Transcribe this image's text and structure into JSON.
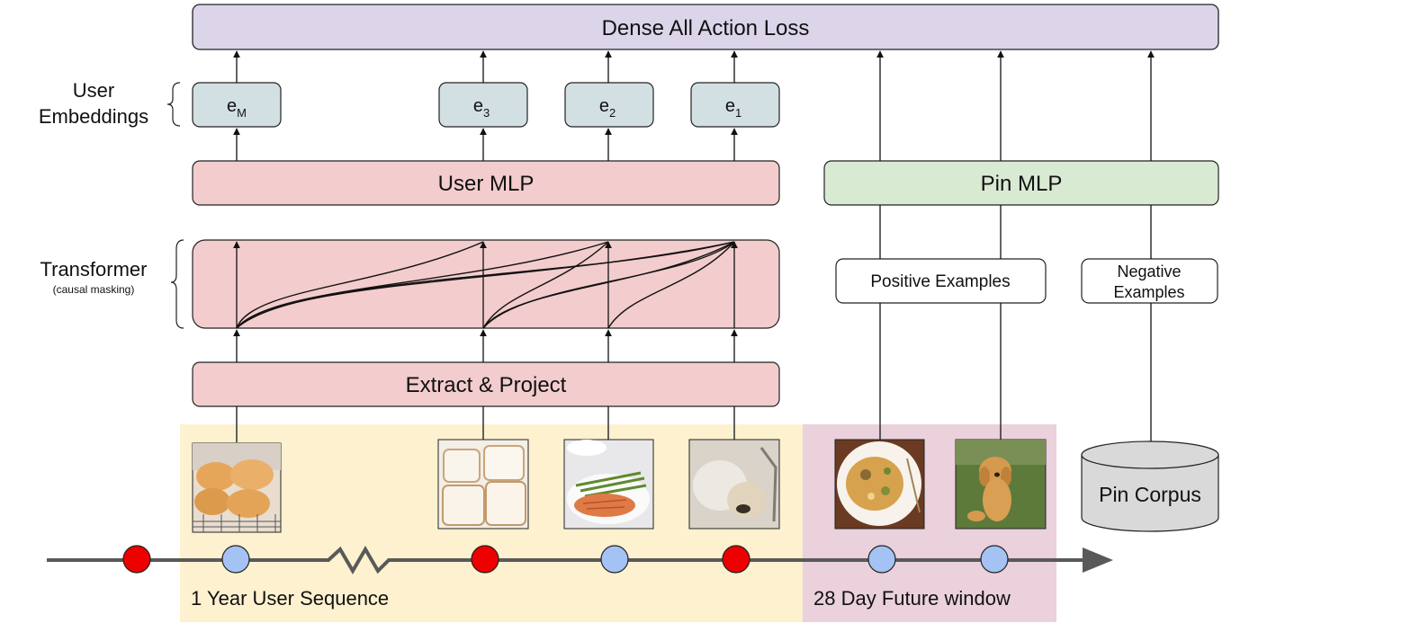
{
  "top": {
    "label": "Dense All Action Loss"
  },
  "user_embeddings": {
    "label_line1": "User",
    "label_line2": "Embeddings",
    "boxes": [
      {
        "base": "e",
        "sub": "M"
      },
      {
        "base": "e",
        "sub": "3"
      },
      {
        "base": "e",
        "sub": "2"
      },
      {
        "base": "e",
        "sub": "1"
      }
    ]
  },
  "user_mlp": {
    "label": "User MLP"
  },
  "pin_mlp": {
    "label": "Pin MLP"
  },
  "transformer": {
    "label": "Transformer",
    "sublabel": "(causal masking)"
  },
  "positive_examples": {
    "label": "Positive Examples"
  },
  "negative_examples": {
    "label_line1": "Negative",
    "label_line2": "Examples"
  },
  "extract": {
    "label": "Extract & Project"
  },
  "pin_corpus": {
    "label": "Pin Corpus"
  },
  "images": [
    {
      "name": "bread-rolls"
    },
    {
      "name": "sliced-bread"
    },
    {
      "name": "salmon-asparagus"
    },
    {
      "name": "sleeping-dog"
    },
    {
      "name": "pasta-dish"
    },
    {
      "name": "golden-retriever-puppy"
    }
  ],
  "timeline": {
    "past_label": "1 Year User Sequence",
    "future_label": "28 Day Future window",
    "dots": [
      "negative",
      "positive",
      "negative",
      "positive",
      "negative",
      "positive",
      "positive"
    ]
  },
  "colors": {
    "loss": "#dcd5ea",
    "user_block": "#f3cccd",
    "embedding": "#d3e0e3",
    "pin_mlp": "#d9ead3",
    "past_window": "#fdf1cf",
    "future_window": "#ead1dc",
    "dot_negative": "#ee0000",
    "dot_positive": "#a4c2f4",
    "corpus": "#d9d9d9"
  }
}
